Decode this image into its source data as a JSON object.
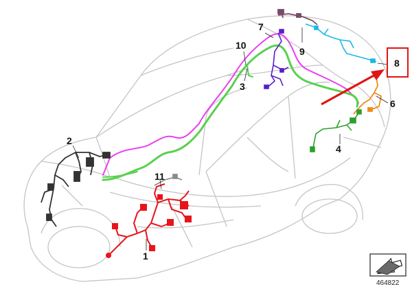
{
  "diagram": {
    "callouts": [
      {
        "id": "c1",
        "label": "1"
      },
      {
        "id": "c2",
        "label": "2"
      },
      {
        "id": "c3",
        "label": "3"
      },
      {
        "id": "c4",
        "label": "4"
      },
      {
        "id": "c6",
        "label": "6"
      },
      {
        "id": "c7",
        "label": "7"
      },
      {
        "id": "c8",
        "label": "8"
      },
      {
        "id": "c9",
        "label": "9"
      },
      {
        "id": "c10",
        "label": "10"
      },
      {
        "id": "c11",
        "label": "11"
      }
    ],
    "reference_number": "464822",
    "colors": {
      "harness_1": "#e8141b",
      "harness_2": "#333333",
      "harness_3": "#ea3df0",
      "harness_3b": "#58d14d",
      "harness_4": "#2f9e2f",
      "harness_6": "#f08a1c",
      "harness_7": "#5a1ec8",
      "harness_9": "#7a4a6a",
      "harness_cyan": "#19b8e8",
      "highlight_box": "#e01515",
      "arrow": "#e01515",
      "car_outline": "#bdbdbd"
    },
    "icons": [
      "car-outline",
      "pointer-arrow-icon",
      "view-direction-icon"
    ]
  }
}
